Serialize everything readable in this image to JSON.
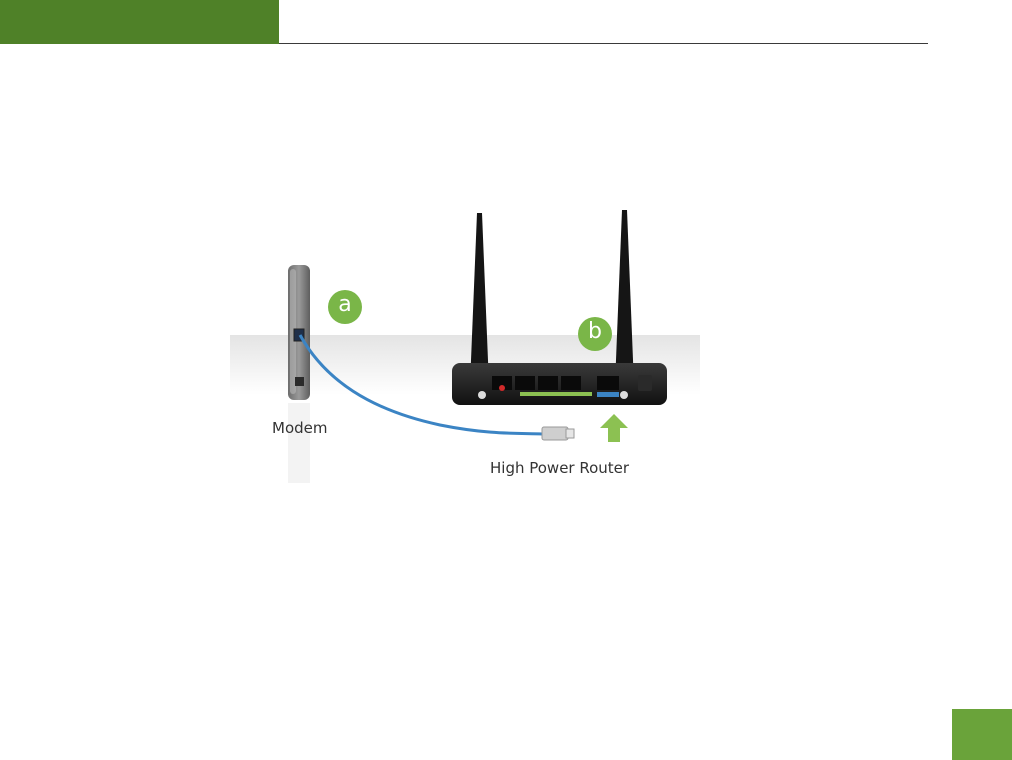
{
  "header": {
    "accent_color": "#4f8128"
  },
  "footer": {
    "page_marker_color": "#6aa33a"
  },
  "diagram": {
    "step_a": "a",
    "step_b": "b",
    "modem_label": "Modem",
    "router_label": "High Power Router",
    "cable_color": "#3b84c4",
    "arrow_color": "#8cc152"
  }
}
